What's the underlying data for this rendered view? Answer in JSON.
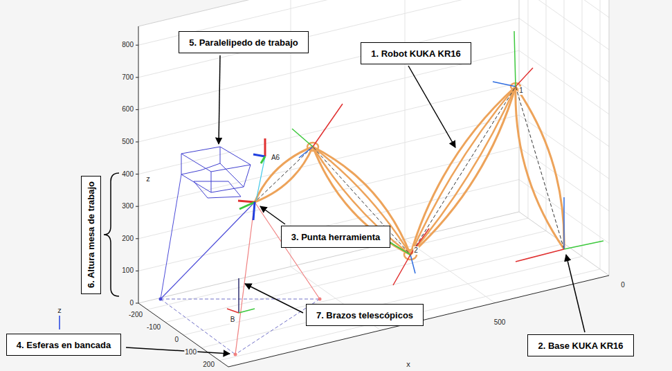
{
  "diagram": {
    "nodes": [
      {
        "text": [
          "5. Paralelipedo de trabajo"
        ]
      },
      {
        "text": [
          "1. Robot KUKA KR16"
        ]
      },
      {
        "text": [
          "3. Punta herramienta"
        ]
      },
      {
        "text": [
          "6. Altura mesa de trabajo"
        ]
      },
      {
        "text": [
          "7. Brazos telescópicos"
        ]
      },
      {
        "text": [
          "4. Esferas en bancada"
        ]
      },
      {
        "text": [
          "2. Base KUKA KR16"
        ]
      }
    ],
    "labels": [
      "800",
      "700",
      "600",
      "500",
      "400",
      "300",
      "200",
      "100",
      "0",
      "-200",
      "-100",
      "0",
      "100",
      "200",
      "500",
      "0",
      "x",
      "z",
      "A6",
      "B",
      "1",
      "2",
      "z"
    ]
  }
}
